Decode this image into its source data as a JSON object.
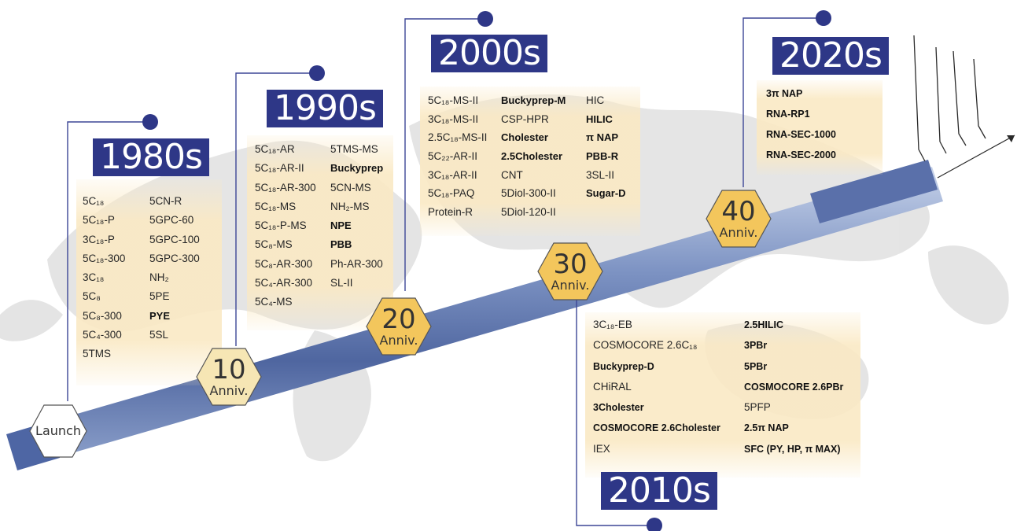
{
  "colors": {
    "navy": "#2e3787",
    "hex_fill": "#f3c65c",
    "hex_fill_light": "#f6e6b4",
    "panel": "#faeac4",
    "tube": "#6d84b8"
  },
  "milestones": [
    {
      "number": "",
      "label": "Launch"
    },
    {
      "number": "10",
      "label": "Anniv."
    },
    {
      "number": "20",
      "label": "Anniv."
    },
    {
      "number": "30",
      "label": "Anniv."
    },
    {
      "number": "40",
      "label": "Anniv."
    }
  ],
  "decades": [
    {
      "title": "1980s",
      "columns": [
        [
          {
            "t": "5C₁₈"
          },
          {
            "t": "5C₁₈-P"
          },
          {
            "t": "3C₁₈-P"
          },
          {
            "t": "5C₁₈-300"
          },
          {
            "t": "3C₁₈"
          },
          {
            "t": "5C₈"
          },
          {
            "t": "5C₈-300"
          },
          {
            "t": "5C₄-300"
          },
          {
            "t": "5TMS"
          }
        ],
        [
          {
            "t": "5CN-R"
          },
          {
            "t": "5GPC-60"
          },
          {
            "t": "5GPC-100"
          },
          {
            "t": "5GPC-300"
          },
          {
            "t": "NH₂"
          },
          {
            "t": "5PE"
          },
          {
            "t": "PYE",
            "b": true
          },
          {
            "t": "5SL"
          }
        ]
      ]
    },
    {
      "title": "1990s",
      "columns": [
        [
          {
            "t": "5C₁₈-AR"
          },
          {
            "t": "5C₁₈-AR-II"
          },
          {
            "t": "5C₁₈-AR-300"
          },
          {
            "t": "5C₁₈-MS"
          },
          {
            "t": "5C₁₈-P-MS"
          },
          {
            "t": "5C₈-MS"
          },
          {
            "t": "5C₈-AR-300"
          },
          {
            "t": "5C₄-AR-300"
          },
          {
            "t": "5C₄-MS"
          }
        ],
        [
          {
            "t": "5TMS-MS"
          },
          {
            "t": "Buckyprep",
            "b": true
          },
          {
            "t": "5CN-MS"
          },
          {
            "t": "NH₂-MS"
          },
          {
            "t": "NPE",
            "b": true
          },
          {
            "t": "PBB",
            "b": true
          },
          {
            "t": "Ph-AR-300"
          },
          {
            "t": "SL-II"
          }
        ]
      ]
    },
    {
      "title": "2000s",
      "columns": [
        [
          {
            "t": "5C₁₈-MS-II"
          },
          {
            "t": "3C₁₈-MS-II"
          },
          {
            "t": "2.5C₁₈-MS-II"
          },
          {
            "t": "5C₂₂-AR-II"
          },
          {
            "t": "3C₁₈-AR-II"
          },
          {
            "t": "5C₁₈-PAQ"
          },
          {
            "t": "Protein-R"
          }
        ],
        [
          {
            "t": "Buckyprep-M",
            "b": true
          },
          {
            "t": "CSP-HPR"
          },
          {
            "t": "Cholester",
            "b": true
          },
          {
            "t": "2.5Cholester",
            "b": true
          },
          {
            "t": "CNT"
          },
          {
            "t": "5Diol-300-II"
          },
          {
            "t": "5Diol-120-II"
          }
        ],
        [
          {
            "t": "HIC"
          },
          {
            "t": "HILIC",
            "b": true
          },
          {
            "t": "π NAP",
            "b": true
          },
          {
            "t": "PBB-R",
            "b": true
          },
          {
            "t": "3SL-II"
          },
          {
            "t": "Sugar-D",
            "b": true
          }
        ]
      ]
    },
    {
      "title": "2010s",
      "columns": [
        [
          {
            "t": "3C₁₈-EB"
          },
          {
            "t": "COSMOCORE 2.6C₁₈"
          },
          {
            "t": "Buckyprep-D",
            "b": true
          },
          {
            "t": "CHiRAL"
          },
          {
            "t": "3Cholester",
            "b": true
          },
          {
            "t": "COSMOCORE 2.6Cholester",
            "b": true
          },
          {
            "t": "IEX"
          }
        ],
        [
          {
            "t": "2.5HILIC",
            "b": true
          },
          {
            "t": "3PBr",
            "b": true
          },
          {
            "t": "5PBr",
            "b": true
          },
          {
            "t": "COSMOCORE 2.6PBr",
            "b": true
          },
          {
            "t": "5PFP"
          },
          {
            "t": "2.5π NAP",
            "b": true
          },
          {
            "t": "SFC (PY, HP, π MAX)",
            "b": true
          }
        ]
      ]
    },
    {
      "title": "2020s",
      "columns": [
        [
          {
            "t": "3π NAP",
            "b": true
          },
          {
            "t": "RNA-RP1",
            "b": true
          },
          {
            "t": "RNA-SEC-1000",
            "b": true
          },
          {
            "t": "RNA-SEC-2000",
            "b": true
          }
        ]
      ]
    }
  ]
}
